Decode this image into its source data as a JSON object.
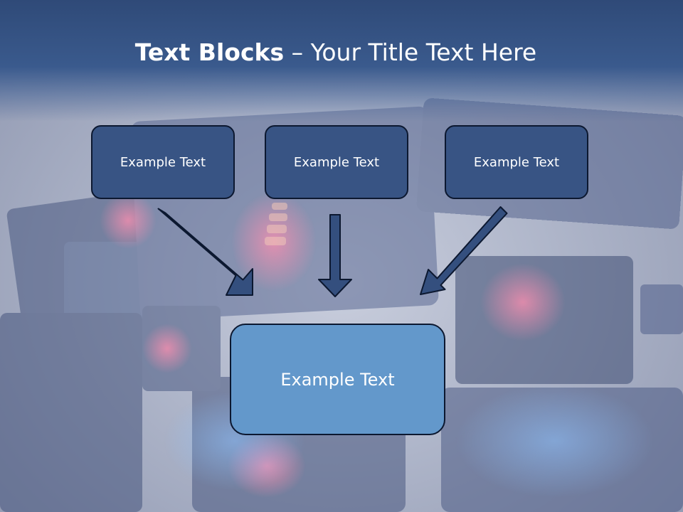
{
  "slide": {
    "title_bold": "Text Blocks",
    "title_separator": " – ",
    "title_rest": "Your Title Text Here"
  },
  "diagram": {
    "boxes": [
      {
        "label": "Example Text"
      },
      {
        "label": "Example Text"
      },
      {
        "label": "Example Text"
      }
    ],
    "target": {
      "label": "Example Text"
    }
  },
  "colors": {
    "header": "#2f4a78",
    "box_fill": "#385484",
    "target_fill": "#6398cb",
    "arrow_fill": "#344f7e",
    "border": "#0c1830"
  }
}
